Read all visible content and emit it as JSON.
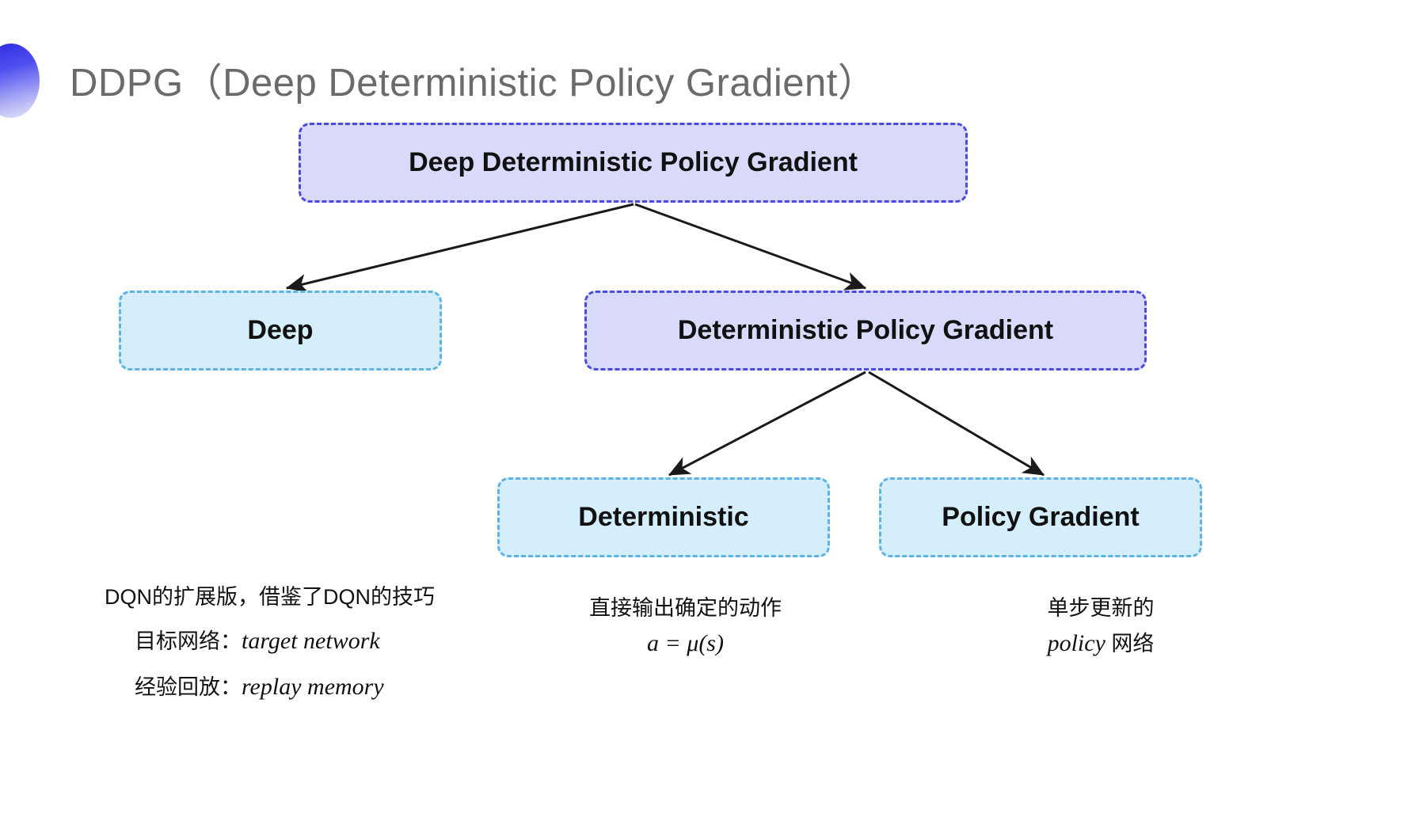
{
  "slide": {
    "title": "DDPG（Deep Deterministic Policy Gradient）",
    "bullet_icon": "gradient-circle-icon",
    "background_color": "#ffffff",
    "title_color": "#6b6b6b"
  },
  "colors": {
    "purple_fill": "#d9d9f9",
    "purple_border": "#4a4ae0",
    "blue_fill": "#d5eefb",
    "blue_border": "#5fb3e2",
    "arrow": "#1a1a1a"
  },
  "diagram": {
    "type": "tree",
    "nodes": [
      {
        "id": "root",
        "label": "Deep Deterministic Policy Gradient",
        "style": "purple"
      },
      {
        "id": "deep",
        "label": "Deep",
        "style": "blue"
      },
      {
        "id": "dpg",
        "label": "Deterministic Policy Gradient",
        "style": "purple"
      },
      {
        "id": "det",
        "label": "Deterministic",
        "style": "blue"
      },
      {
        "id": "pg",
        "label": "Policy Gradient",
        "style": "blue"
      }
    ],
    "edges": [
      {
        "from": "root",
        "to": "deep"
      },
      {
        "from": "root",
        "to": "dpg"
      },
      {
        "from": "dpg",
        "to": "det"
      },
      {
        "from": "dpg",
        "to": "pg"
      }
    ]
  },
  "captions": {
    "left": {
      "line1": "DQN的扩展版，借鉴了DQN的技巧",
      "line2_label": "目标网络：",
      "line2_term": "target network",
      "line3_label": "经验回放：",
      "line3_term": "replay memory"
    },
    "middle": {
      "line1": "直接输出确定的动作",
      "line2": "a = μ(s)"
    },
    "right": {
      "line1": "单步更新的",
      "line2_term": "policy",
      "line2_tail": " 网络"
    }
  }
}
